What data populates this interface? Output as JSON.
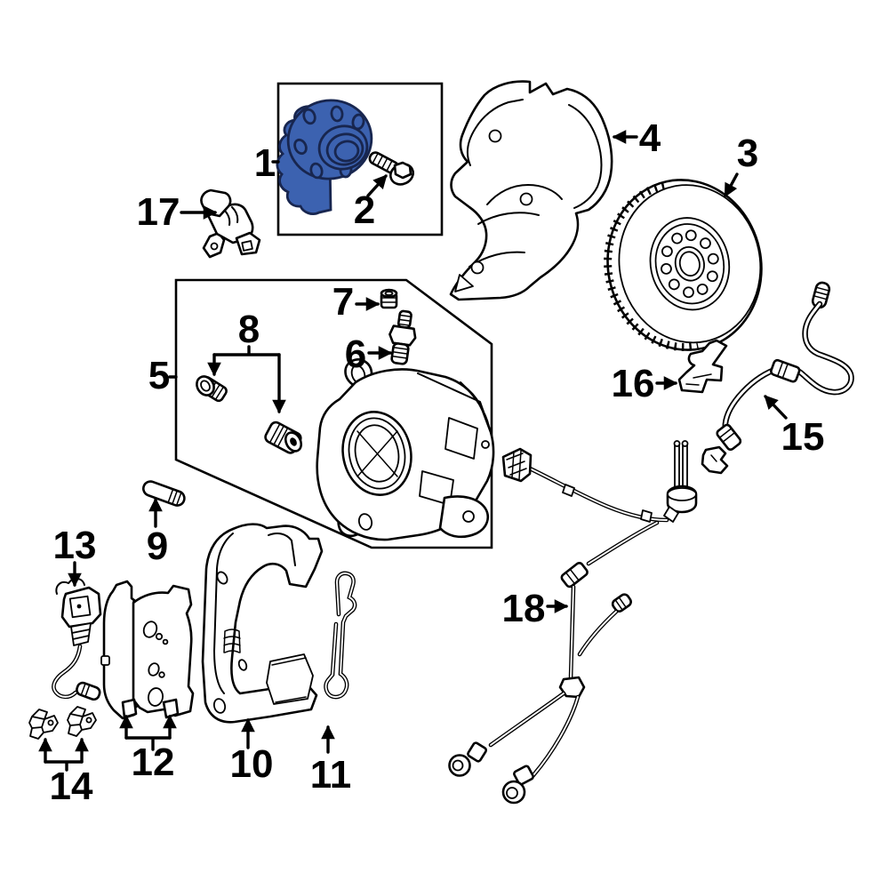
{
  "colors": {
    "background": "#ffffff",
    "line": "#000000",
    "highlight_fill": "#3c62b0",
    "highlight_stroke": "#18264f"
  },
  "callouts": {
    "c1": "1",
    "c2": "2",
    "c3": "3",
    "c4": "4",
    "c5": "5",
    "c6": "6",
    "c7": "7",
    "c8": "8",
    "c9": "9",
    "c10": "10",
    "c11": "11",
    "c12": "12",
    "c13": "13",
    "c14": "14",
    "c15": "15",
    "c16": "16",
    "c17": "17",
    "c18": "18"
  }
}
